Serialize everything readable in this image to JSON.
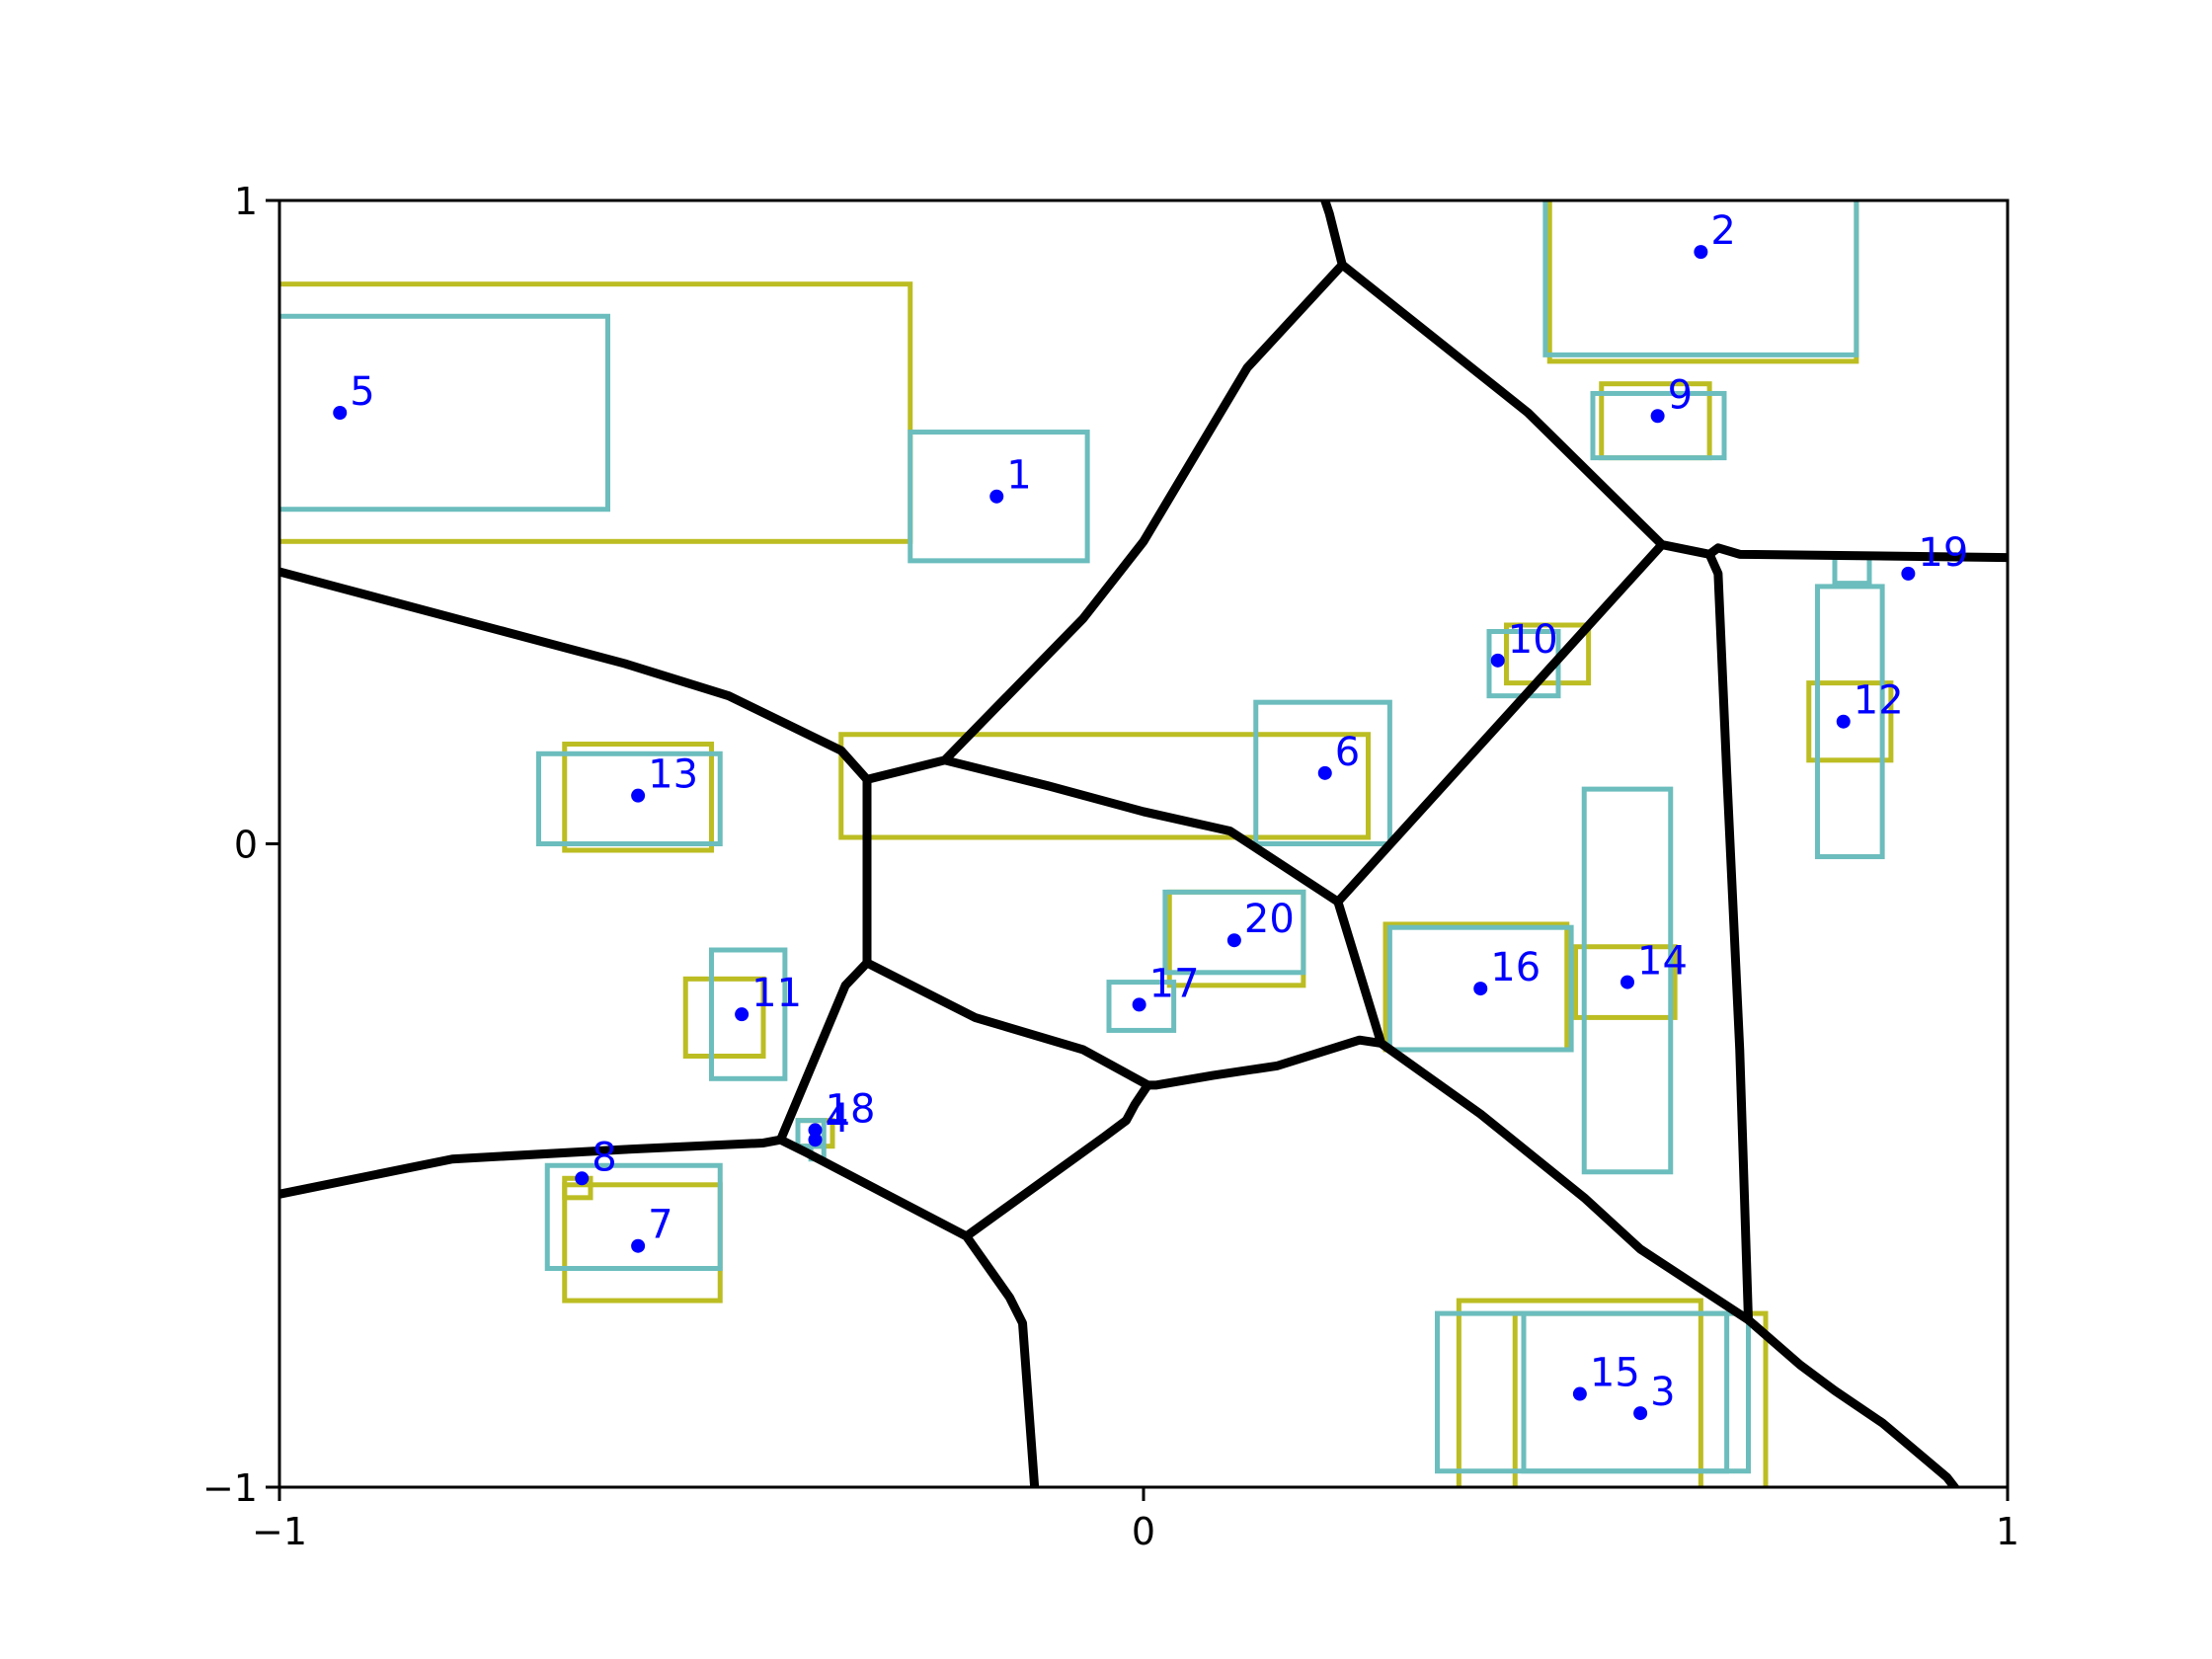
{
  "chart_data": {
    "type": "scatter",
    "title": "",
    "xlabel": "",
    "ylabel": "",
    "xlim": [
      -1,
      1
    ],
    "ylim": [
      -1,
      1
    ],
    "x_ticks": [
      -1,
      0,
      1
    ],
    "y_ticks": [
      -1,
      0,
      1
    ],
    "x_tick_labels": [
      "−1",
      "0",
      "1"
    ],
    "y_tick_labels": [
      "−1",
      "0",
      "1"
    ],
    "grid": false,
    "colors": {
      "points": "#0000ff",
      "box_a": "#bcbd22",
      "box_b": "#6cbdbd",
      "voronoi": "#000000"
    },
    "points": [
      {
        "label": "1",
        "x": -0.17,
        "y": 0.54
      },
      {
        "label": "2",
        "x": 0.645,
        "y": 0.92
      },
      {
        "label": "3",
        "x": 0.575,
        "y": -0.885
      },
      {
        "label": "4",
        "x": -0.38,
        "y": -0.46
      },
      {
        "label": "5",
        "x": -0.93,
        "y": 0.67
      },
      {
        "label": "6",
        "x": 0.21,
        "y": 0.11
      },
      {
        "label": "7",
        "x": -0.585,
        "y": -0.625
      },
      {
        "label": "8",
        "x": -0.65,
        "y": -0.52
      },
      {
        "label": "9",
        "x": 0.595,
        "y": 0.665
      },
      {
        "label": "10",
        "x": 0.41,
        "y": 0.285
      },
      {
        "label": "11",
        "x": -0.465,
        "y": -0.265
      },
      {
        "label": "12",
        "x": 0.81,
        "y": 0.19
      },
      {
        "label": "13",
        "x": -0.585,
        "y": 0.075
      },
      {
        "label": "14",
        "x": 0.56,
        "y": -0.215
      },
      {
        "label": "15",
        "x": 0.505,
        "y": -0.855
      },
      {
        "label": "16",
        "x": 0.39,
        "y": -0.225
      },
      {
        "label": "17",
        "x": -0.005,
        "y": -0.25
      },
      {
        "label": "18",
        "x": -0.38,
        "y": -0.445
      },
      {
        "label": "19",
        "x": 0.885,
        "y": 0.42
      },
      {
        "label": "20",
        "x": 0.105,
        "y": -0.15
      }
    ],
    "boxes_a": [
      [
        -1.02,
        0.47,
        -0.27,
        0.87
      ],
      [
        0.47,
        0.75,
        0.825,
        1.02
      ],
      [
        0.53,
        0.6,
        0.655,
        0.715
      ],
      [
        0.42,
        0.25,
        0.515,
        0.34
      ],
      [
        -0.35,
        0.01,
        0.26,
        0.17
      ],
      [
        0.77,
        0.13,
        0.865,
        0.25
      ],
      [
        -0.67,
        -0.01,
        -0.5,
        0.155
      ],
      [
        -0.53,
        -0.33,
        -0.44,
        -0.21
      ],
      [
        0.03,
        -0.22,
        0.185,
        -0.075
      ],
      [
        0.28,
        -0.32,
        0.49,
        -0.125
      ],
      [
        0.5,
        -0.27,
        0.615,
        -0.16
      ],
      [
        -0.67,
        -0.71,
        -0.49,
        -0.53
      ],
      [
        -0.67,
        -0.55,
        -0.64,
        -0.52
      ],
      [
        -0.4,
        -0.47,
        -0.36,
        -0.43
      ],
      [
        0.365,
        -1.01,
        0.645,
        -0.71
      ],
      [
        0.43,
        -1.01,
        0.72,
        -0.73
      ]
    ],
    "boxes_b": [
      [
        -1.02,
        0.52,
        -0.62,
        0.82
      ],
      [
        0.465,
        0.76,
        0.825,
        1.02
      ],
      [
        -0.27,
        0.44,
        -0.065,
        0.64
      ],
      [
        0.52,
        0.6,
        0.672,
        0.7
      ],
      [
        0.4,
        0.23,
        0.48,
        0.33
      ],
      [
        0.8,
        0.405,
        0.84,
        0.445
      ],
      [
        0.78,
        -0.02,
        0.855,
        0.4
      ],
      [
        0.13,
        0.0,
        0.285,
        0.22
      ],
      [
        -0.7,
        0.0,
        -0.49,
        0.14
      ],
      [
        -0.5,
        -0.365,
        -0.415,
        -0.165
      ],
      [
        0.51,
        -0.51,
        0.61,
        0.085
      ],
      [
        0.025,
        -0.2,
        0.185,
        -0.075
      ],
      [
        -0.04,
        -0.29,
        0.035,
        -0.215
      ],
      [
        0.285,
        -0.32,
        0.495,
        -0.13
      ],
      [
        -0.4,
        -0.47,
        -0.37,
        -0.43
      ],
      [
        -0.385,
        -0.49,
        -0.37,
        -0.47
      ],
      [
        -0.69,
        -0.66,
        -0.49,
        -0.5
      ],
      [
        0.34,
        -0.975,
        0.675,
        -0.73
      ],
      [
        0.44,
        -0.975,
        0.7,
        -0.73
      ]
    ],
    "voronoi_edges": [
      [
        [
          0.205,
          1.02
        ],
        [
          0.215,
          0.98
        ],
        [
          0.23,
          0.9
        ],
        [
          0.12,
          0.74
        ],
        [
          0.0,
          0.47
        ],
        [
          -0.07,
          0.35
        ],
        [
          -0.23,
          0.13
        ],
        [
          -0.32,
          0.1
        ],
        [
          -0.32,
          -0.005
        ],
        [
          -0.32,
          -0.185
        ],
        [
          -0.345,
          -0.22
        ],
        [
          -0.42,
          -0.46
        ],
        [
          -0.39,
          -0.48
        ],
        [
          -0.205,
          -0.61
        ],
        [
          -0.155,
          -0.705
        ],
        [
          -0.14,
          -0.745
        ],
        [
          -0.125,
          -1.02
        ]
      ],
      [
        [
          0.23,
          0.9
        ],
        [
          0.445,
          0.67
        ],
        [
          0.6,
          0.465
        ],
        [
          0.655,
          0.45
        ],
        [
          0.665,
          0.46
        ],
        [
          0.69,
          0.45
        ],
        [
          1.0,
          0.445
        ],
        [
          1.02,
          0.44
        ]
      ],
      [
        [
          0.6,
          0.465
        ],
        [
          0.225,
          -0.09
        ],
        [
          0.275,
          -0.31
        ],
        [
          0.39,
          -0.42
        ],
        [
          0.51,
          -0.55
        ],
        [
          0.575,
          -0.63
        ],
        [
          0.7,
          -0.74
        ]
      ],
      [
        [
          0.655,
          0.45
        ],
        [
          0.665,
          0.42
        ],
        [
          0.675,
          0.11
        ],
        [
          0.69,
          -0.32
        ],
        [
          0.7,
          -0.74
        ],
        [
          0.76,
          -0.81
        ],
        [
          0.8,
          -0.85
        ],
        [
          0.855,
          -0.9
        ],
        [
          0.93,
          -0.985
        ],
        [
          0.95,
          -1.02
        ]
      ],
      [
        [
          -0.23,
          0.13
        ],
        [
          -0.11,
          0.09
        ],
        [
          0.0,
          0.05
        ],
        [
          0.1,
          0.02
        ],
        [
          0.225,
          -0.09
        ]
      ],
      [
        [
          -0.32,
          -0.185
        ],
        [
          -0.195,
          -0.27
        ],
        [
          -0.07,
          -0.32
        ],
        [
          0.005,
          -0.375
        ],
        [
          0.015,
          -0.375
        ],
        [
          0.08,
          -0.36
        ],
        [
          0.155,
          -0.345
        ],
        [
          0.25,
          -0.305
        ],
        [
          0.275,
          -0.31
        ]
      ],
      [
        [
          0.005,
          -0.375
        ],
        [
          -0.01,
          -0.405
        ],
        [
          -0.02,
          -0.43
        ],
        [
          -0.045,
          -0.455
        ],
        [
          -0.205,
          -0.61
        ]
      ],
      [
        [
          -0.42,
          -0.46
        ],
        [
          -0.44,
          -0.465
        ],
        [
          -0.6,
          -0.475
        ],
        [
          -0.8,
          -0.49
        ],
        [
          -1.02,
          -0.55
        ]
      ],
      [
        [
          -1.02,
          0.43
        ],
        [
          -0.6,
          0.28
        ],
        [
          -0.48,
          0.23
        ],
        [
          -0.35,
          0.145
        ],
        [
          -0.32,
          0.1
        ]
      ]
    ]
  }
}
